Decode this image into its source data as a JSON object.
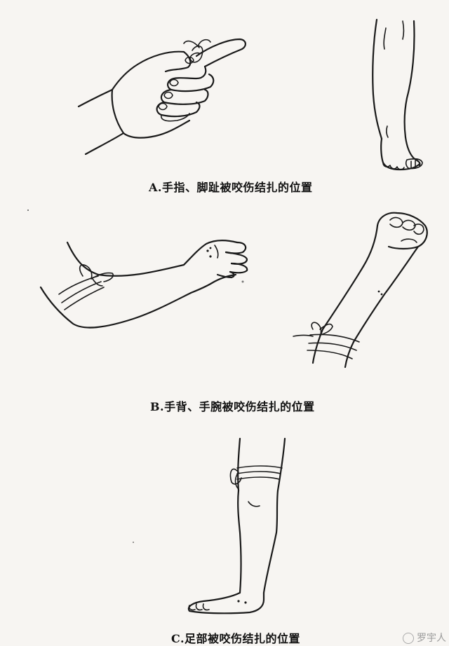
{
  "captions": {
    "a": "A.手指、脚趾被咬伤结扎的位置",
    "b": "B.手背、手腕被咬伤结扎的位置",
    "c": "C.足部被咬伤结扎的位置"
  },
  "watermark": {
    "text": "罗宇人"
  },
  "colors": {
    "background": "#f7f5f2",
    "ink": "#1a1a1a"
  }
}
